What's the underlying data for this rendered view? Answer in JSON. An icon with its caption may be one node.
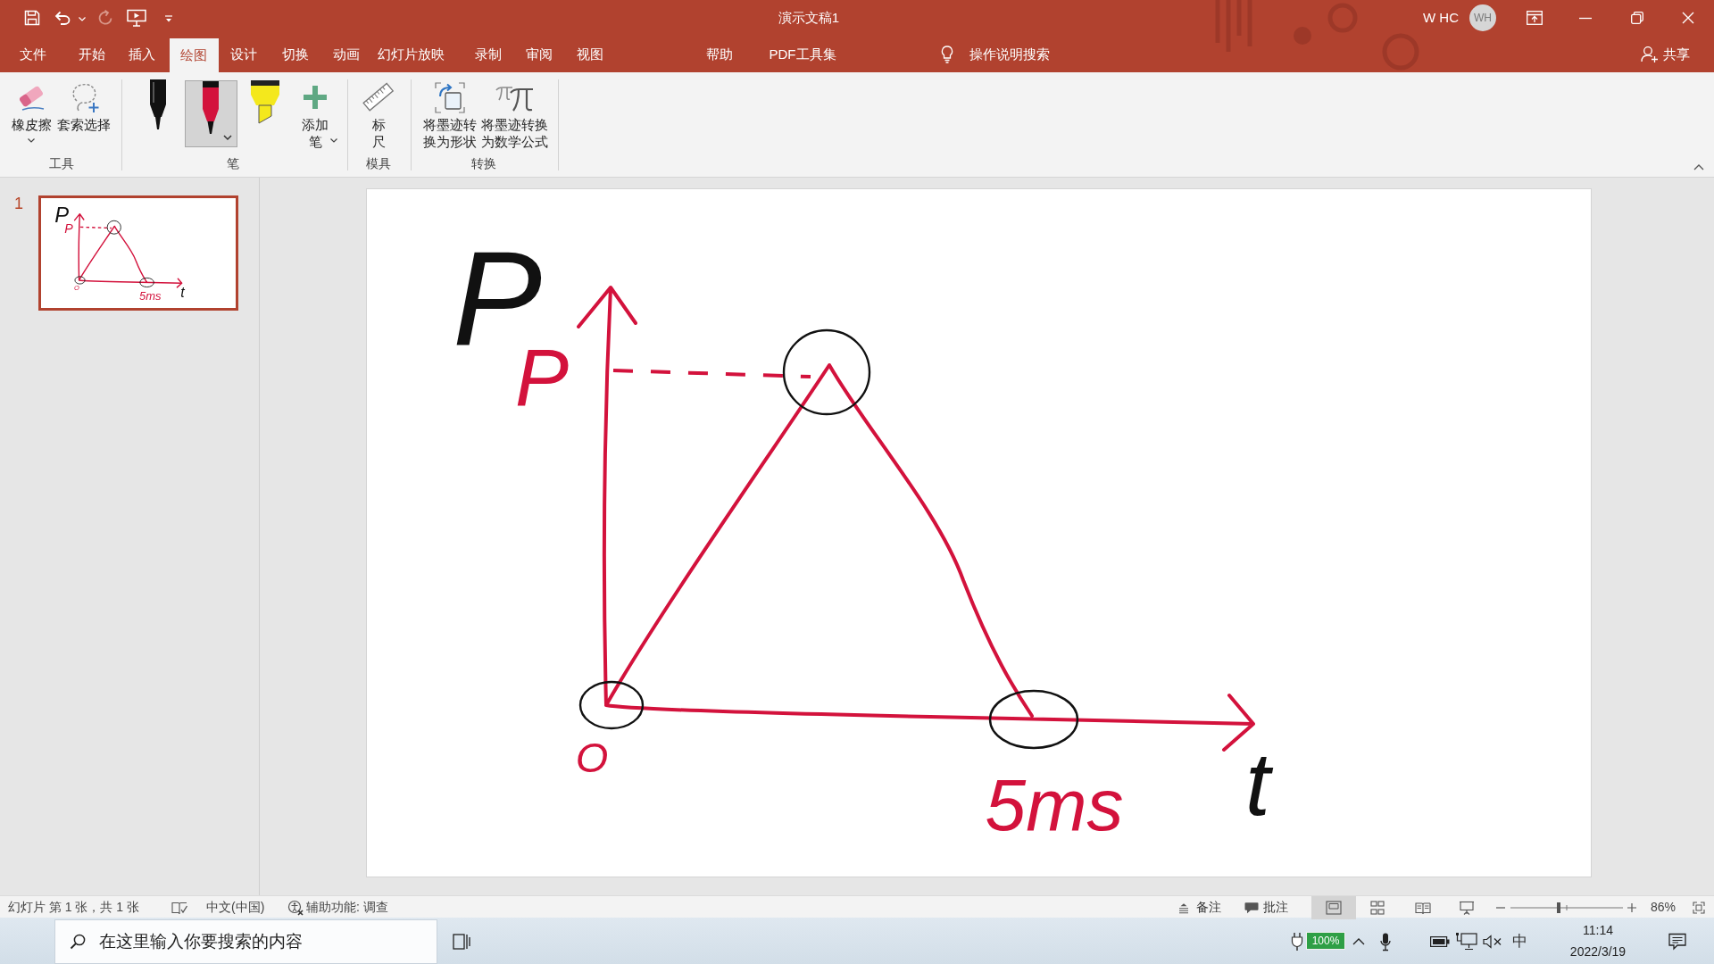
{
  "diagram": {
    "labels": [
      "演示文稿1",
      "W HC",
      "WH",
      "文件",
      "开始",
      "插入",
      "绘图",
      "设计",
      "切换",
      "动画",
      "幻灯片放映",
      "录制",
      "审阅",
      "视图",
      "帮助",
      "PDF工具集",
      "操作说明搜索",
      "共享",
      "橡皮擦",
      "套索选择",
      "添加笔",
      "标尺",
      "将墨迹转换为形状",
      "将墨迹转换为数学公式",
      "工具",
      "笔",
      "模具",
      "转换",
      "1",
      "P",
      "P",
      "O",
      "5ms",
      "t",
      "P",
      "P",
      "O",
      "5ms",
      "t",
      "幻灯片 第 1 张，共 1 张",
      "中文(中国)",
      "辅助功能: 调查",
      "备注",
      "批注",
      "86%",
      "在这里输入你要搜索的内容",
      "100%",
      "中",
      "11:14",
      "2022/3/19"
    ]
  }
}
